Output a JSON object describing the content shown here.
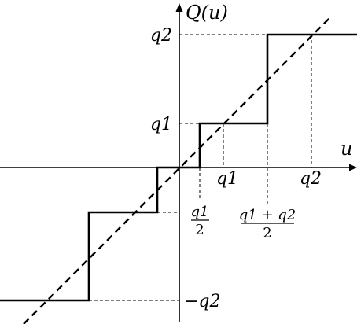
{
  "labels": {
    "axis_y_title": "Q(u)",
    "axis_x_title": "u",
    "y_q2": "q2",
    "y_q1": "q1",
    "y_neg_q2": "−q2",
    "x_q1": "q1",
    "x_q2": "q2",
    "frac_half_q1_num": "q1",
    "frac_half_q1_den": "2",
    "frac_mid_num": "q1 + q2",
    "frac_mid_den": "2"
  }
}
